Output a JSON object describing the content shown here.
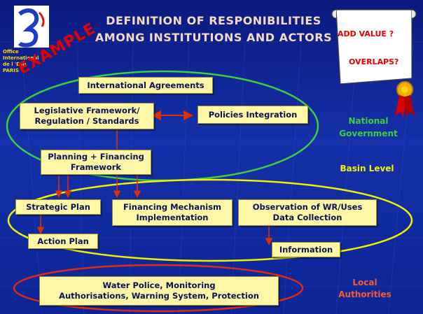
{
  "title": {
    "line1": "DEFINITION OF RESPONIBILITIES",
    "line2": "AMONG INSTITUTIONS AND ACTORS"
  },
  "logo": {
    "lines": [
      "Office",
      "International",
      "de l 'Eau",
      "PARIS"
    ]
  },
  "stamp": "EXAMPLE",
  "note": {
    "line1": "ADD VALUE ?",
    "line2": "OVERLAPS?"
  },
  "levels": {
    "national": "National Government",
    "basin": "Basin Level",
    "local": "Local Authorities"
  },
  "boxes": {
    "international": "International Agreements",
    "legislative": [
      "Legislative Framework/",
      "Regulation / Standards"
    ],
    "policies": "Policies Integration",
    "planning": [
      "Planning + Financing",
      "Framework"
    ],
    "strategic": "Strategic Plan",
    "financing": [
      "Financing Mechanism",
      "Implementation"
    ],
    "observation": [
      "Observation of WR/Uses",
      "Data Collection"
    ],
    "action": "Action Plan",
    "information": "Information",
    "police": [
      "Water Police, Monitoring",
      "Authorisations, Warning System, Protection"
    ]
  },
  "colors": {
    "background": "#0d1f8c",
    "national_ellipse": "#3bd13b",
    "basin_ellipse": "#f0f000",
    "local_ellipse": "#e02a10",
    "arrow": "#e03000",
    "box_fill": "#fff7a8",
    "title_text": "#f4d9c4",
    "national_text": "#3bd13b",
    "basin_text": "#f5f200",
    "local_text": "#ff5a2a"
  }
}
